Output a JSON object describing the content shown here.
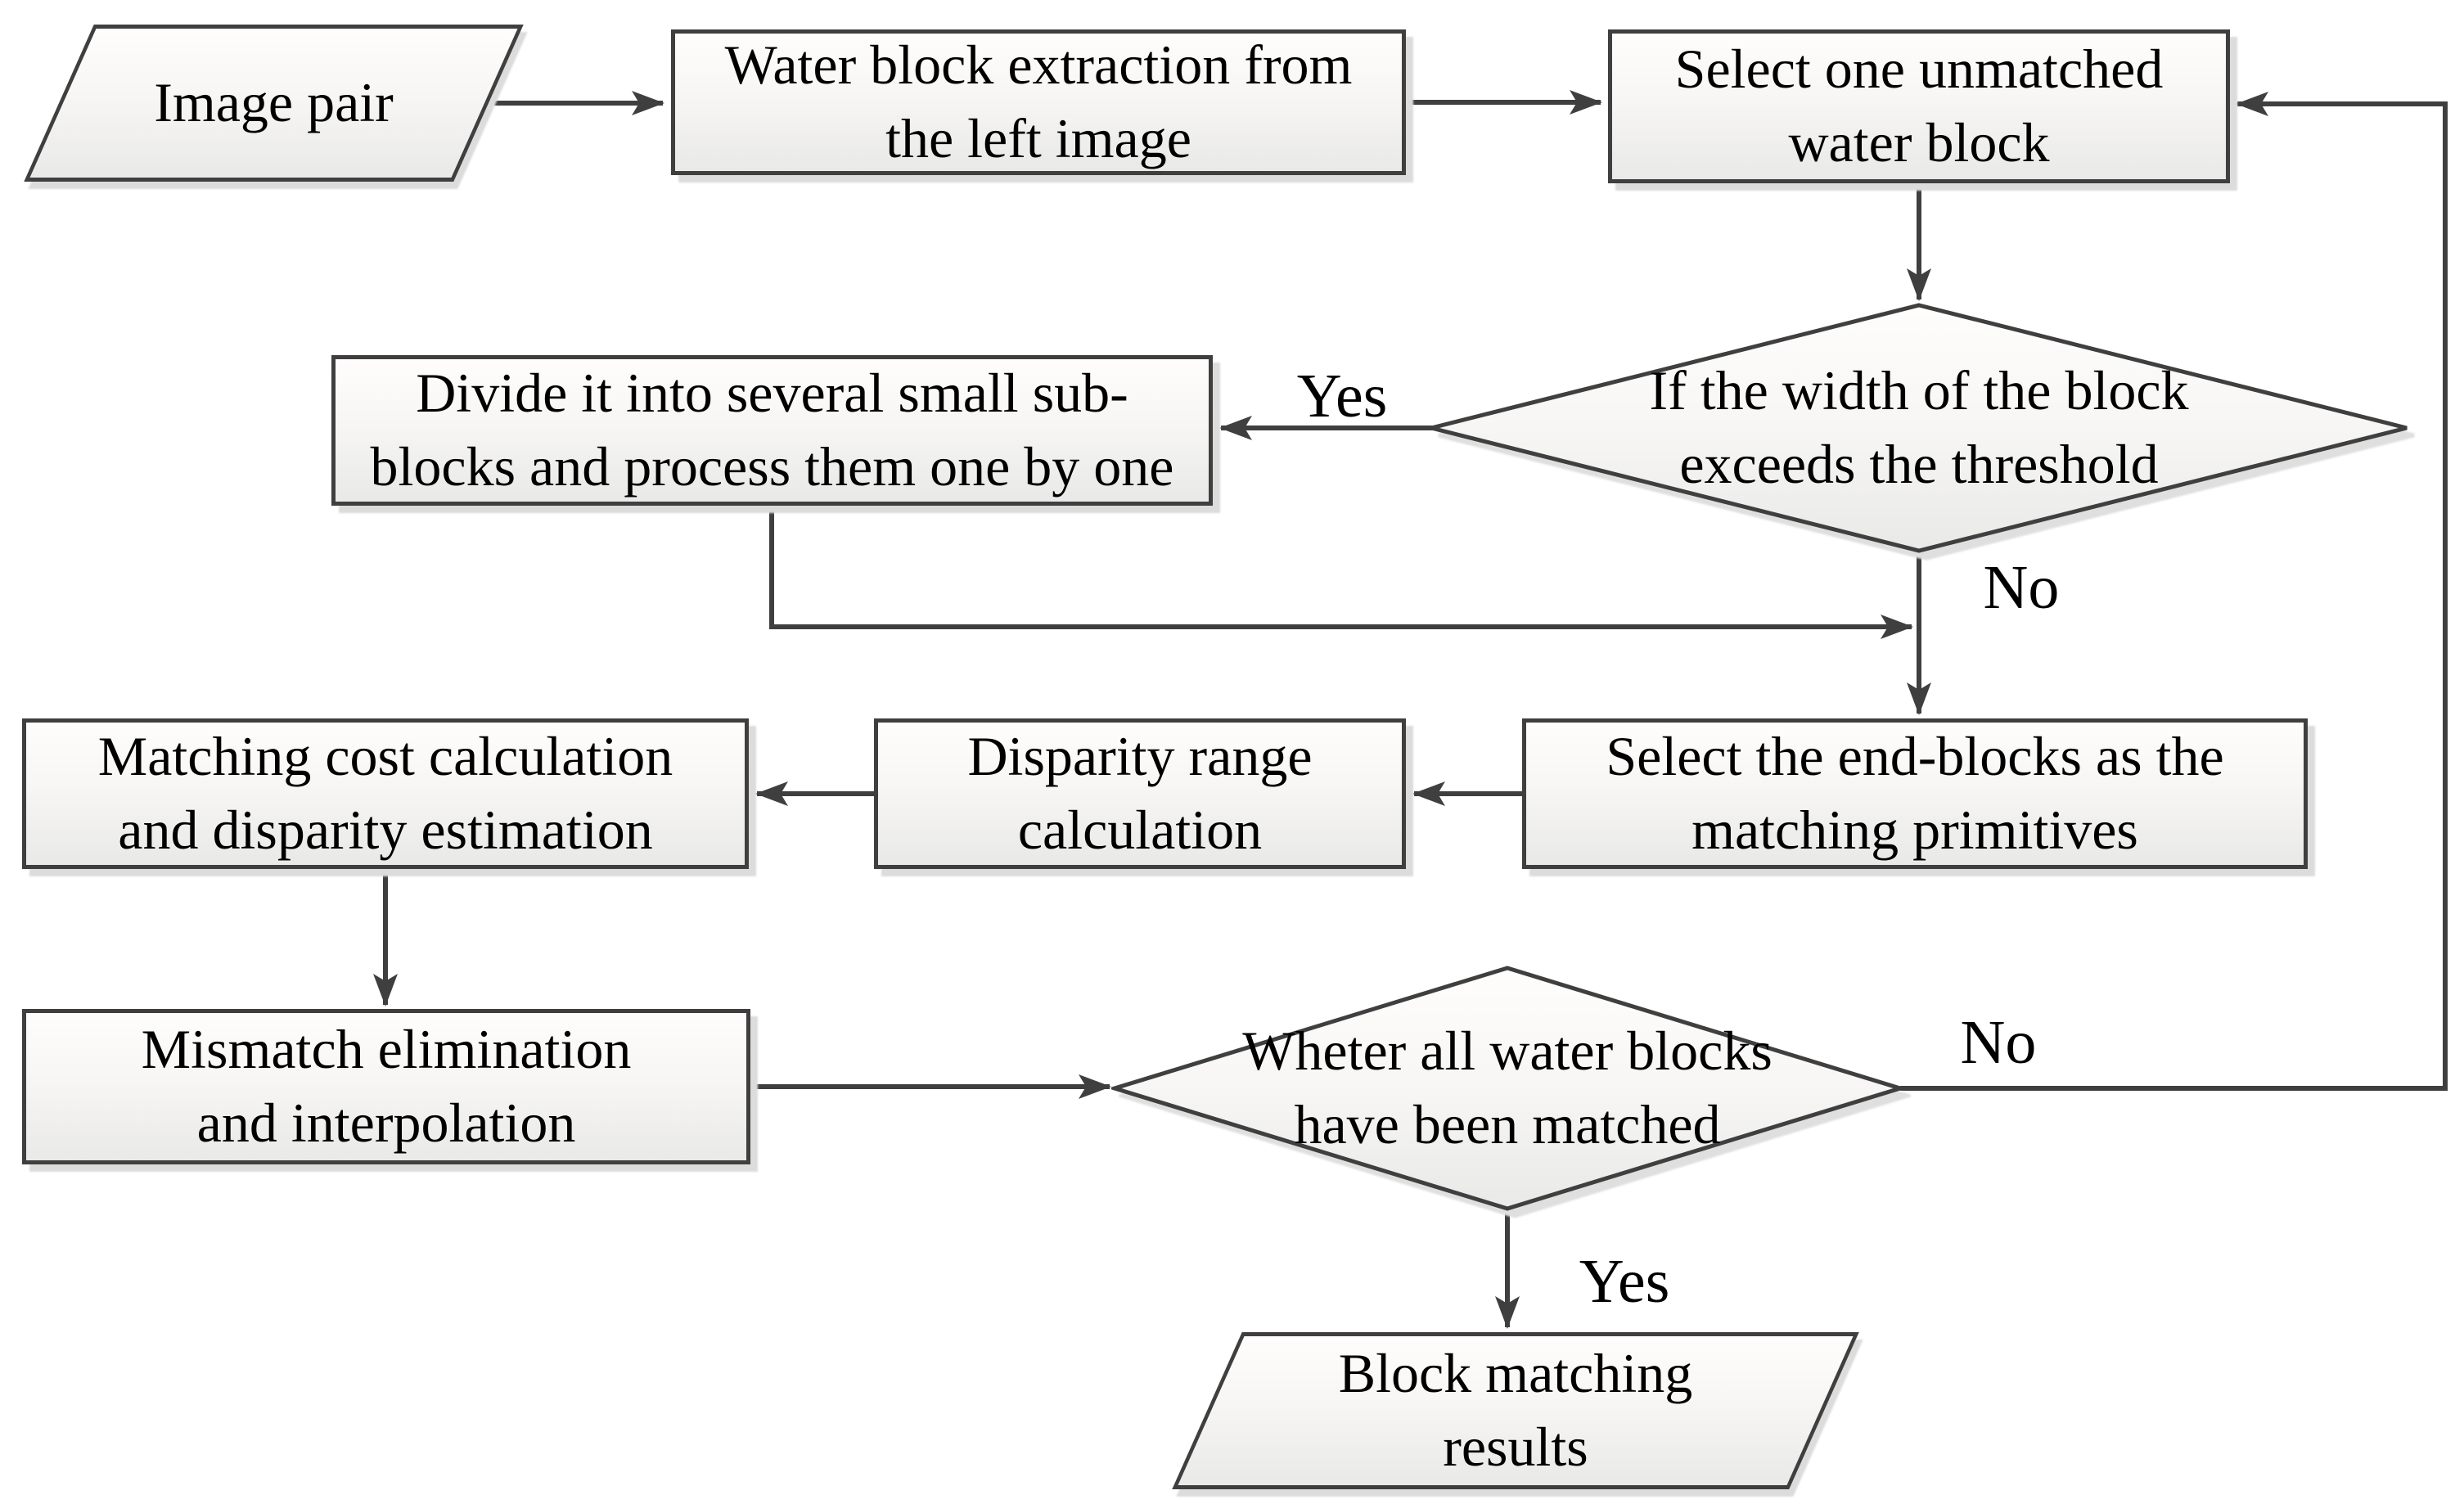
{
  "nodes": {
    "image_pair": {
      "label": "Image pair",
      "shape": "parallelogram"
    },
    "water_block_extraction": {
      "label": "Water block extraction from\nthe left image",
      "shape": "rectangle"
    },
    "select_unmatched": {
      "label": "Select one unmatched\nwater block",
      "shape": "rectangle"
    },
    "width_threshold_decision": {
      "label": "If the width of the block\nexceeds the threshold",
      "shape": "diamond"
    },
    "divide_subblocks": {
      "label": "Divide it into several small sub-\nblocks and process them one by one",
      "shape": "rectangle"
    },
    "select_end_blocks": {
      "label": "Select the end-blocks as the\nmatching primitives",
      "shape": "rectangle"
    },
    "disparity_range": {
      "label": "Disparity range\ncalculation",
      "shape": "rectangle"
    },
    "matching_cost": {
      "label": "Matching cost calculation\nand disparity estimation",
      "shape": "rectangle"
    },
    "mismatch_elimination": {
      "label": "Mismatch elimination\nand interpolation",
      "shape": "rectangle"
    },
    "all_matched_decision": {
      "label": "Wheter all water blocks\nhave been matched",
      "shape": "diamond"
    },
    "block_matching_results": {
      "label": "Block matching\nresults",
      "shape": "parallelogram"
    }
  },
  "edge_labels": {
    "yes_divide": "Yes",
    "no_width": "No",
    "no_loop": "No",
    "yes_results": "Yes"
  },
  "colors": {
    "line": "#3f3f3f",
    "node_border": "#3f3f3f",
    "node_fill_top": "#fefdfc",
    "node_fill_bottom": "#e9e9e8",
    "shadow": "#dcdcdc",
    "text": "#000000",
    "background": "#ffffff"
  }
}
